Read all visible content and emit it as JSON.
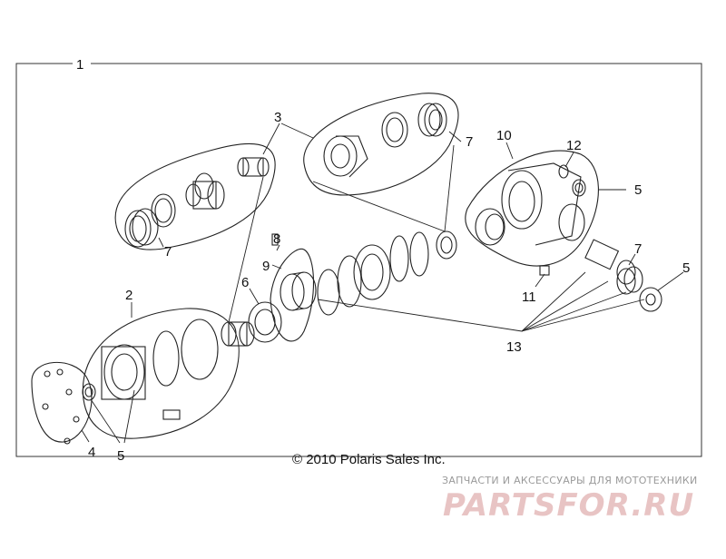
{
  "callouts": {
    "c1": "1",
    "c2": "2",
    "c3": "3",
    "c4": "4",
    "c5a": "5",
    "c5b": "5",
    "c5c": "5",
    "c6": "6",
    "c7a": "7",
    "c7b": "7",
    "c7c": "7",
    "c8": "8",
    "c9": "9",
    "c10": "10",
    "c11": "11",
    "c12": "12",
    "c13": "13"
  },
  "copyright": "© 2010 Polaris Sales Inc.",
  "watermark": {
    "tagline": "ЗАПЧАСТИ И АКСЕССУАРЫ ДЛЯ МОТОТЕХНИКИ",
    "logo": "PARTSFOR.RU",
    "color": "#e8c4c4"
  }
}
